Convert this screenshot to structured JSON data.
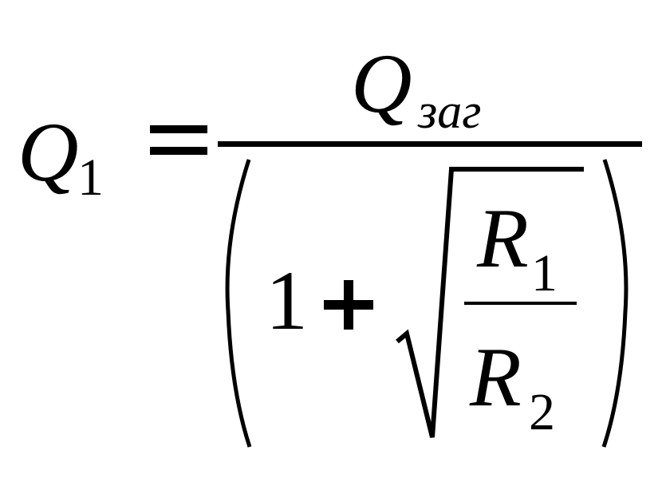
{
  "formula": {
    "lhs_symbol": "Q",
    "lhs_subscript": "1",
    "equals": "=",
    "numerator_symbol": "Q",
    "numerator_subscript": "заг",
    "denominator": {
      "one": "1",
      "plus": "+",
      "radicand_numerator_symbol": "R",
      "radicand_numerator_subscript": "1",
      "radicand_denominator_symbol": "R",
      "radicand_denominator_subscript": "2"
    }
  },
  "colors": {
    "ink": "#000000",
    "background": "#ffffff"
  }
}
